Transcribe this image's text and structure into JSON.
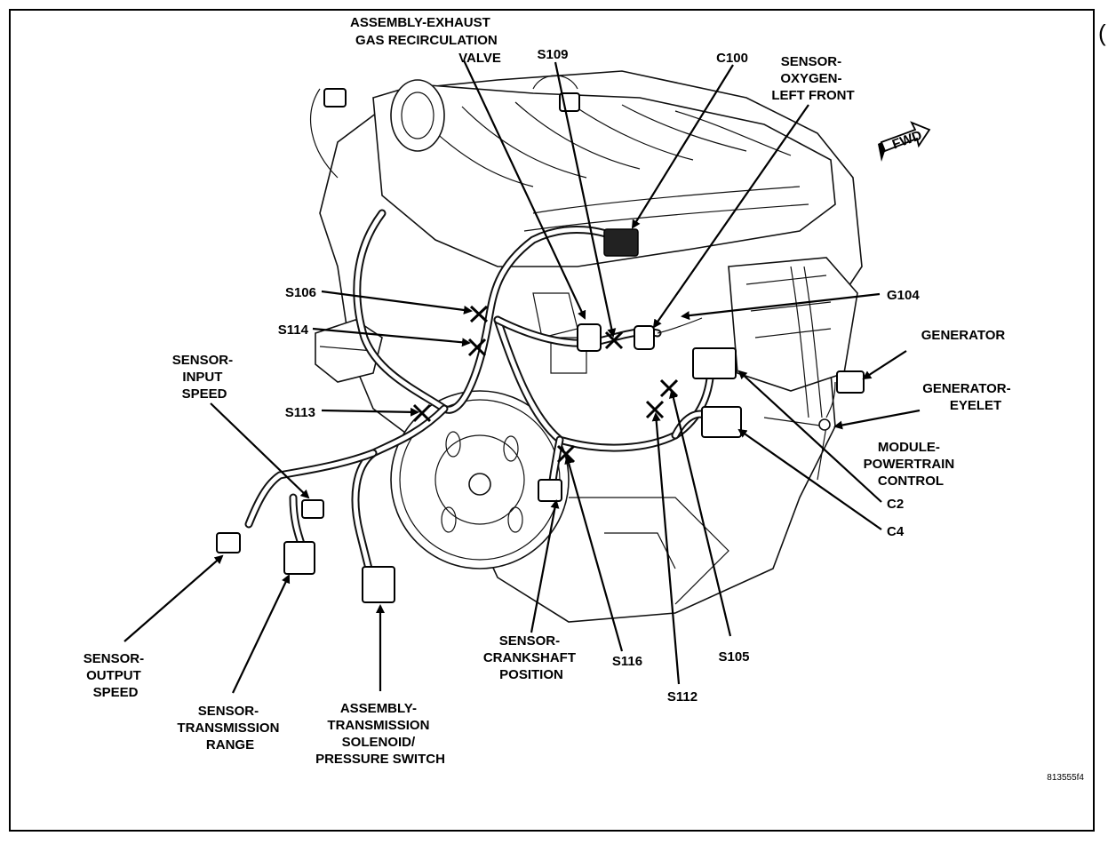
{
  "diagram": {
    "figure_id": "813555f4",
    "fwd_arrow_text": "FWD",
    "labels": {
      "egr_valve": [
        "ASSEMBLY-EXHAUST",
        "GAS RECIRCULATION",
        "VALVE"
      ],
      "s109": [
        "S109"
      ],
      "c100": [
        "C100"
      ],
      "o2_left_front": [
        "SENSOR-",
        "OXYGEN-",
        "LEFT FRONT"
      ],
      "s106": [
        "S106"
      ],
      "g104": [
        "G104"
      ],
      "s114": [
        "S114"
      ],
      "generator": [
        "GENERATOR"
      ],
      "input_speed": [
        "SENSOR-",
        "INPUT",
        "SPEED"
      ],
      "generator_eyelet": [
        "GENERATOR-",
        "EYELET"
      ],
      "s113": [
        "S113"
      ],
      "pcm": [
        "MODULE-",
        "POWERTRAIN",
        "CONTROL"
      ],
      "c2": [
        "C2"
      ],
      "c4": [
        "C4"
      ],
      "output_speed": [
        "SENSOR-",
        "OUTPUT",
        "SPEED"
      ],
      "crankshaft_position": [
        "SENSOR-",
        "CRANKSHAFT",
        "POSITION"
      ],
      "s116": [
        "S116"
      ],
      "s105": [
        "S105"
      ],
      "s112": [
        "S112"
      ],
      "trans_range": [
        "SENSOR-",
        "TRANSMISSION",
        "RANGE"
      ],
      "trans_solenoid": [
        "ASSEMBLY-",
        "TRANSMISSION",
        "SOLENOID/",
        "PRESSURE SWITCH"
      ]
    }
  }
}
